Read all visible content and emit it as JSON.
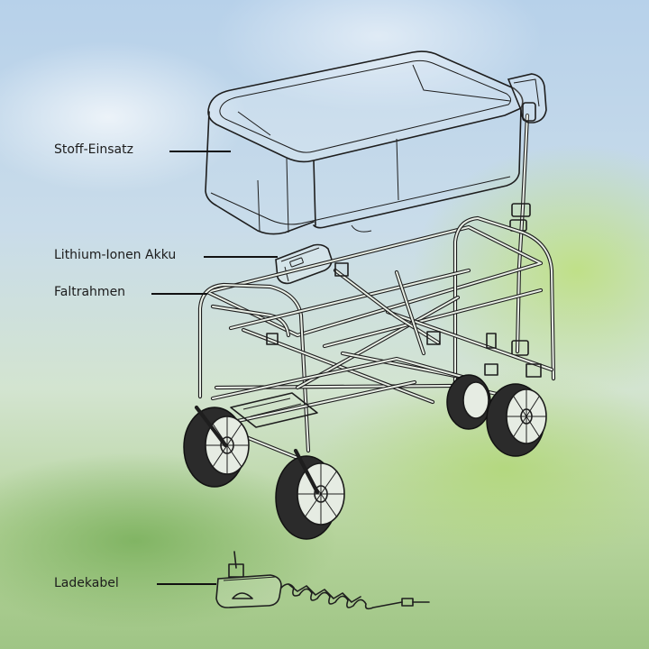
{
  "labels": {
    "insert": "Stoff-Einsatz",
    "battery": "Lithium-Ionen Akku",
    "frame": "Faltrahmen",
    "cable": "Ladekabel"
  },
  "colors": {
    "line": "#1e1e1e",
    "sky": "#c9dcea",
    "foliage": "#a9cc8a"
  }
}
